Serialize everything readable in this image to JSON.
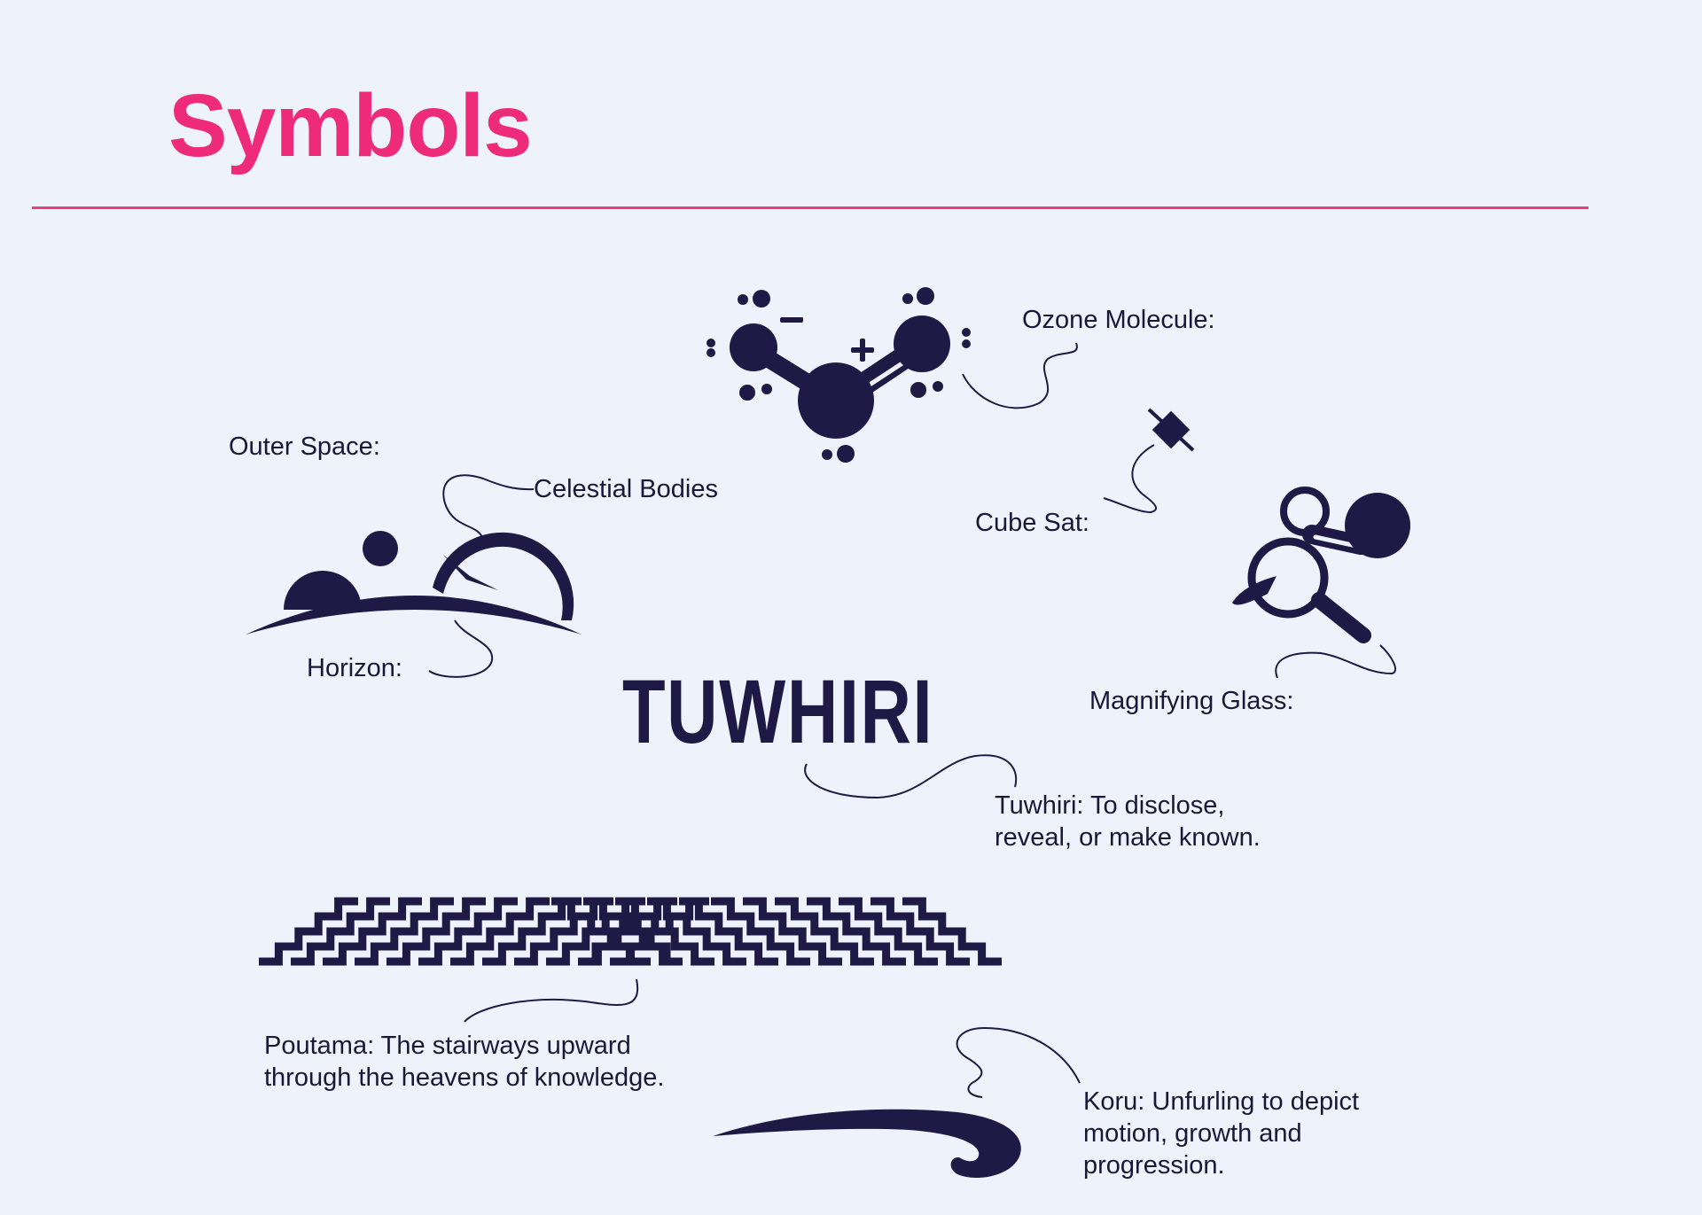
{
  "title": "Symbols",
  "colors": {
    "accent": "#ee2a7b",
    "ink": "#1e1a45",
    "background": "#eef2fa"
  },
  "symbols": {
    "ozone": {
      "label": "Ozone Molecule:"
    },
    "outer_space": {
      "label": "Outer Space:"
    },
    "celestial": {
      "label": "Celestial Bodies"
    },
    "cubesat": {
      "label": "Cube Sat:"
    },
    "horizon": {
      "label": "Horizon:"
    },
    "magnifier": {
      "label": "Magnifying Glass:"
    },
    "tuwhiri": {
      "wordmark": "TUWHIRI",
      "line1": "Tuwhiri: To disclose,",
      "line2": "reveal, or make known."
    },
    "poutama": {
      "line1": "Poutama: The stairways upward",
      "line2": "through the heavens of knowledge."
    },
    "koru": {
      "line1": "Koru: Unfurling to depict",
      "line2": "motion, growth and",
      "line3": "progression."
    }
  }
}
